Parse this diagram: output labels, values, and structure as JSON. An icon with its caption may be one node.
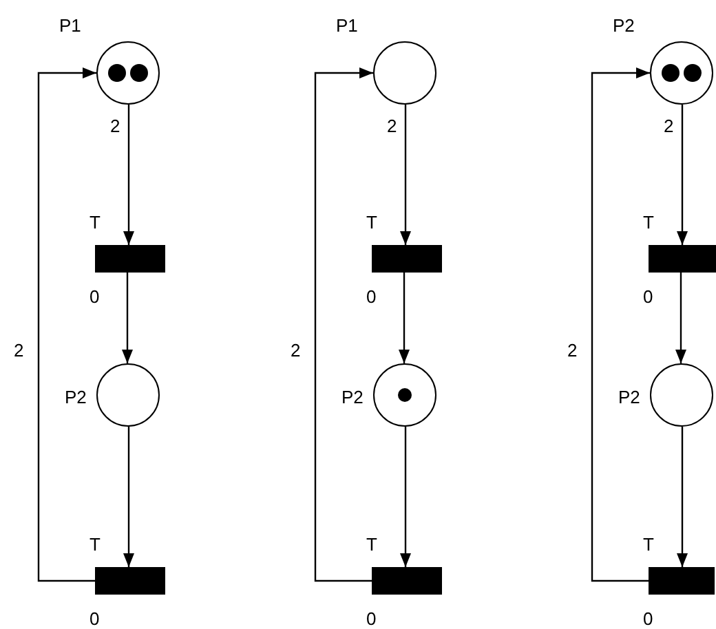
{
  "diagram": {
    "nodes": [
      {
        "text": [
          "P1"
        ]
      },
      {
        "text": [
          "T"
        ],
        "beside": [
          "0"
        ]
      },
      {
        "text": [
          "P2"
        ]
      },
      {
        "text": [
          "T"
        ],
        "beside": [
          "0"
        ]
      },
      {
        "text": [
          "P1"
        ]
      },
      {
        "text": [
          "T"
        ],
        "beside": [
          "0"
        ]
      },
      {
        "text": [
          "P2"
        ]
      },
      {
        "text": [
          "T"
        ],
        "beside": [
          "0"
        ]
      },
      {
        "text": [
          "P2"
        ]
      },
      {
        "text": [
          "T"
        ],
        "beside": [
          "0"
        ]
      },
      {
        "text": [
          "P2"
        ]
      },
      {
        "text": [
          "T"
        ],
        "beside": [
          "0"
        ]
      }
    ],
    "edges": [
      {
        "from": 0,
        "to": 1,
        "arrow": "to",
        "label": "2"
      },
      {
        "from": 1,
        "to": 2,
        "arrow": "to"
      },
      {
        "from": 2,
        "to": 3,
        "arrow": "to"
      },
      {
        "from": 3,
        "to": 0,
        "arrow": "to",
        "label": "2"
      },
      {
        "from": 4,
        "to": 5,
        "arrow": "to",
        "label": "2"
      },
      {
        "from": 5,
        "to": 6,
        "arrow": "to"
      },
      {
        "from": 6,
        "to": 7,
        "arrow": "to"
      },
      {
        "from": 7,
        "to": 4,
        "arrow": "to",
        "label": "2"
      },
      {
        "from": 8,
        "to": 9,
        "arrow": "to",
        "label": "2"
      },
      {
        "from": 9,
        "to": 10,
        "arrow": "to"
      },
      {
        "from": 10,
        "to": 11,
        "arrow": "to"
      },
      {
        "from": 11,
        "to": 8,
        "arrow": "to",
        "label": "2"
      }
    ]
  }
}
